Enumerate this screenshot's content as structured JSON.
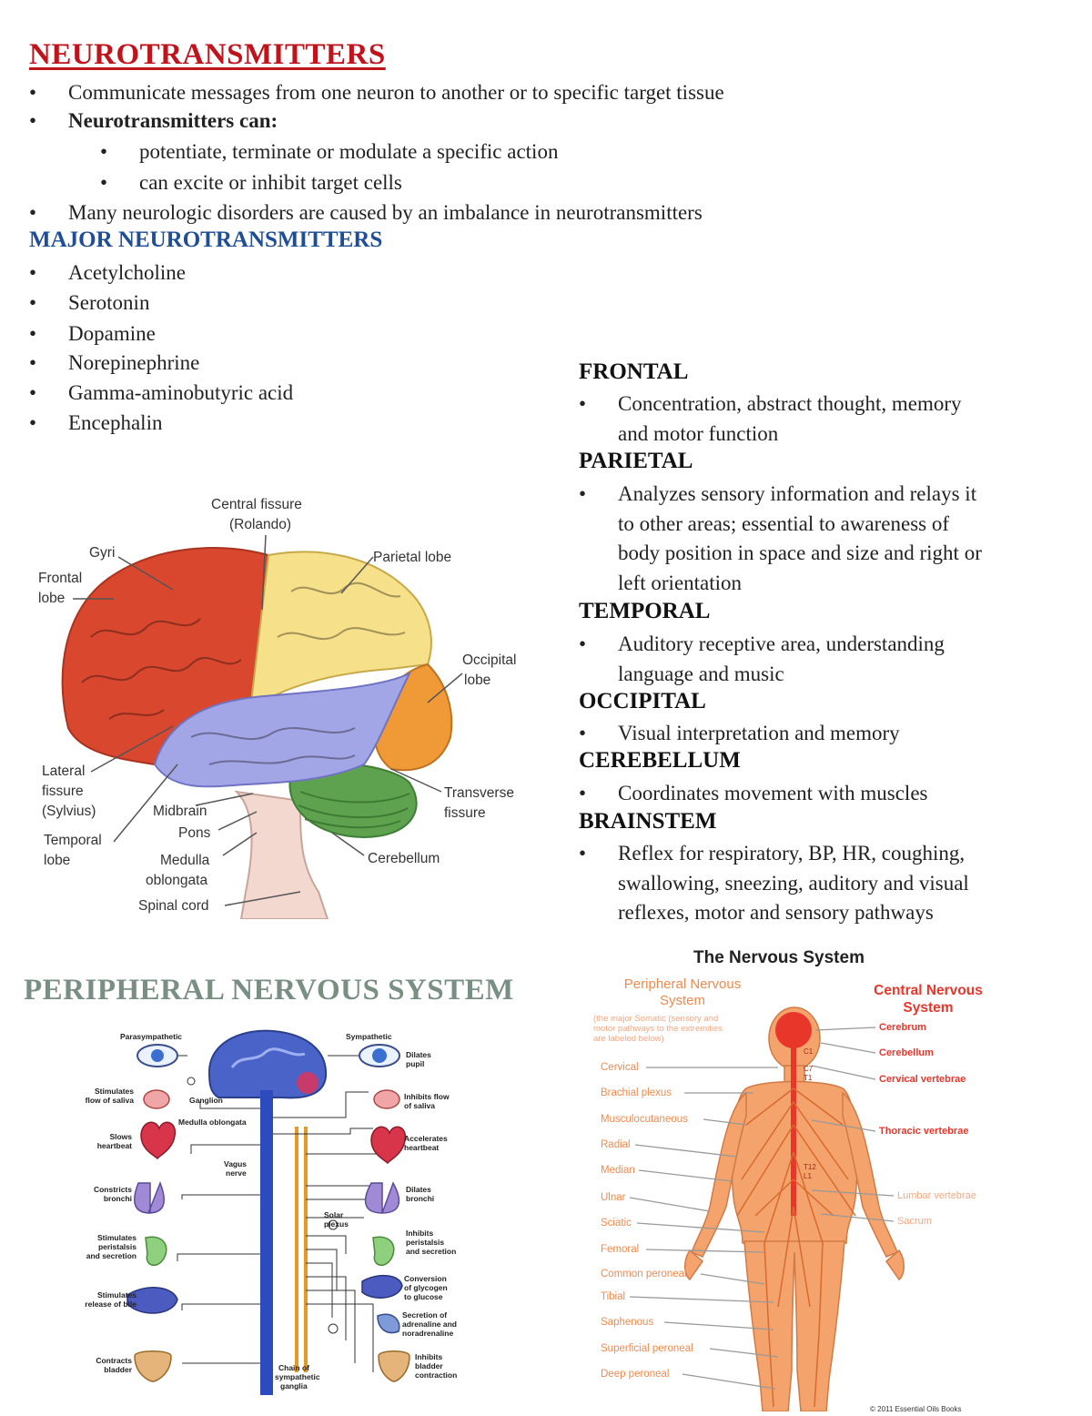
{
  "neuro": {
    "title": "NEUROTRANSMITTERS",
    "b1": "Communicate messages from one neuron to another or to specific target tissue",
    "b2": "Neurotransmitters can:",
    "b2a": "potentiate, terminate or modulate a specific action",
    "b2b": "can excite or inhibit target cells",
    "b3": "Many neurologic disorders are caused by an imbalance in neurotransmitters"
  },
  "major": {
    "title": "MAJOR NEUROTRANSMITTERS",
    "items": [
      "Acetylcholine",
      "Serotonin",
      "Dopamine",
      "Norepinephrine",
      "Gamma-aminobutyric acid",
      "Encephalin"
    ]
  },
  "lobes": {
    "frontal_h": "FRONTAL",
    "frontal_1": "Concentration, abstract thought, memory",
    "frontal_2": "and motor function",
    "parietal_h": "PARIETAL",
    "parietal_1": "Analyzes sensory information and relays it",
    "parietal_2": "to other areas; essential to awareness of",
    "parietal_3": "body position in space and size and right or",
    "parietal_4": "left orientation",
    "temporal_h": "TEMPORAL",
    "temporal_1": "Auditory receptive area, understanding",
    "temporal_2": "language and music",
    "occipital_h": "OCCIPITAL",
    "occipital_1": "Visual interpretation and memory",
    "cerebellum_h": "CEREBELLUM",
    "cerebellum_1": "Coordinates movement with muscles",
    "brainstem_h": "BRAINSTEM",
    "brainstem_1": "Reflex for respiratory, BP, HR, coughing,",
    "brainstem_2": "swallowing, sneezing, auditory and visual",
    "brainstem_3": "reflexes, motor and sensory pathways"
  },
  "brain": {
    "central": "Central fissure",
    "rolando": "(Rolando)",
    "gyri": "Gyri",
    "frontal": "Frontal",
    "lobe": "lobe",
    "parietal": "Parietal lobe",
    "occipital": "Occipital",
    "lateral": "Lateral",
    "fissure": "fissure",
    "sylvius": "(Sylvius)",
    "temporal": "Temporal",
    "midbrain": "Midbrain",
    "pons": "Pons",
    "medulla": "Medulla",
    "oblongata": "oblongata",
    "spinal": "Spinal cord",
    "transverse": "Transverse",
    "cerebellum": "Cerebellum"
  },
  "pns": {
    "title": "PERIPHERAL NERVOUS SYSTEM",
    "parasym": "Parasympathetic",
    "sym": "Sympathetic",
    "ganglion": "Ganglion",
    "medulla": "Medulla oblongata",
    "vagus": "Vagus",
    "nerve": "nerve",
    "solar": "Solar",
    "plexus": "plexus",
    "chain1": "Chain of",
    "chain2": "sympathetic",
    "chain3": "ganglia",
    "left": [
      [
        "Stimulates",
        "flow of saliva"
      ],
      [
        "Slows",
        "heartbeat"
      ],
      [
        "Constricts",
        "bronchi"
      ],
      [
        "Stimulates",
        "peristalsis",
        "and secretion"
      ],
      [
        "Stimulates",
        "release of bile"
      ],
      [
        "Contracts",
        "bladder"
      ]
    ],
    "right": [
      [
        "Dilates",
        "pupil"
      ],
      [
        "Inhibits flow",
        "of saliva"
      ],
      [
        "Accelerates",
        "heartbeat"
      ],
      [
        "Dilates",
        "bronchi"
      ],
      [
        "Inhibits",
        "peristalsis",
        "and secretion"
      ],
      [
        "Conversion",
        "of glycogen",
        "to glucose"
      ],
      [
        "Secretion of",
        "adrenaline and",
        "noradrenaline"
      ],
      [
        "Inhibits",
        "bladder",
        "contraction"
      ]
    ]
  },
  "ns": {
    "title": "The Nervous System",
    "pns1": "Peripheral Nervous",
    "pns2": "System",
    "note1": "(the major Somatic (sensory and",
    "note2": "motor pathways to the extremities",
    "note3": "are labeled below)",
    "cns1": "Central Nervous",
    "cns2": "System",
    "c1": "C1",
    "c7": "C7",
    "t1": "T1",
    "t12": "T12",
    "l1": "L1",
    "left": [
      "Cervical",
      "Brachial plexus",
      "Musculocutaneous",
      "Radial",
      "Median",
      "Ulnar",
      "Sciatic",
      "Femoral",
      "Common peroneal",
      "Tibial",
      "Saphenous",
      "Superficial peroneal",
      "Deep peroneal"
    ],
    "right": [
      "Cerebrum",
      "Cerebellum",
      "Cervical vertebrae",
      "Thoracic vertebrae",
      "Lumbar vertebrae",
      "Sacrum"
    ],
    "copyright": "© 2011 Essential Oils Books"
  },
  "colors": {
    "heading_red": "#c0141c",
    "heading_blue": "#1f4e96",
    "heading_gray": "#7a8f83"
  }
}
